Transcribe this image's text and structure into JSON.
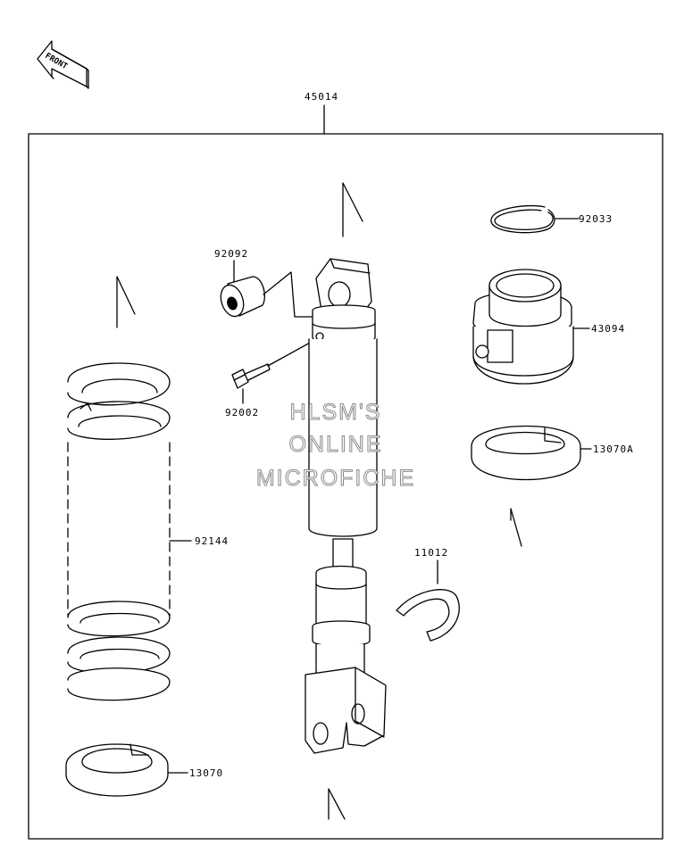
{
  "diagram": {
    "front_label": "FRONT",
    "assembly_number": "45014",
    "parts": {
      "p92033": "92033",
      "p92092": "92092",
      "p43094": "43094",
      "p92002": "92002",
      "p13070A": "13070A",
      "p92144": "92144",
      "p11012": "11012",
      "p13070": "13070"
    },
    "watermark": {
      "line1": "HLSM'S",
      "line2": "ONLINE",
      "line3": "MICROFICHE"
    }
  }
}
